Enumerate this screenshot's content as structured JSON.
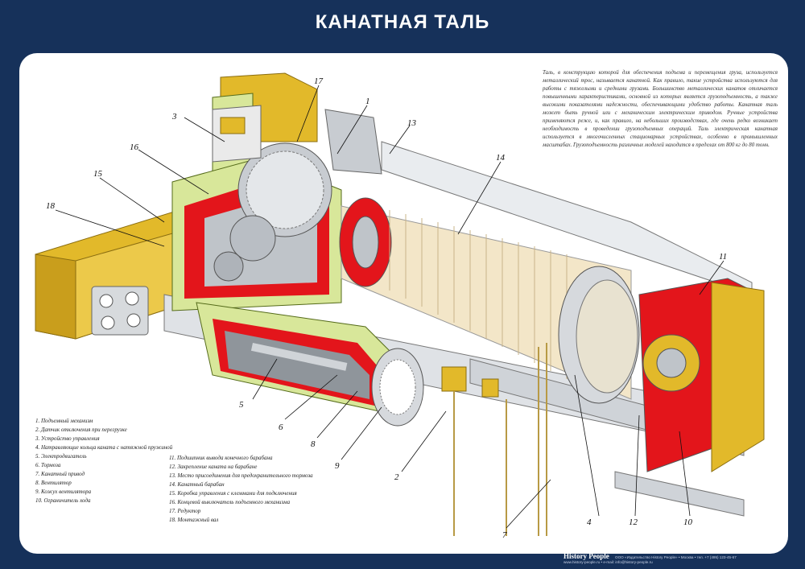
{
  "title": "КАНАТНАЯ ТАЛЬ",
  "description": "Таль, в конструкцию которой для обеспечения подъема и перемещения груза, используется металлический трос, называется канатной. Как правило, такие устройства используются для работы с тяжелыми и средними грузами. Большинство металлических канатов отличается повышенными характеристиками, основной из которых является грузоподъемность, а также высокими показателями надежности, обеспечивающими удобство работы. Канатная таль может быть ручной или с механическим электрическим приводом. Ручные устройства применяются реже, и, как правило, на небольших производствах, где очень редко возникает необходимость в проведении грузоподъемных операций. Таль электрическая канатная используется в многочисленных стационарных устройствах, особенно в промышленных масштабах. Грузоподъемность различных моделей находится в пределах от 800 кг до 80 тонн.",
  "callouts": [
    "1",
    "2",
    "3",
    "4",
    "5",
    "6",
    "7",
    "8",
    "9",
    "10",
    "11",
    "12",
    "13",
    "14",
    "15",
    "16",
    "17",
    "18"
  ],
  "legend_col1": [
    "1. Подъемный механизм",
    "2. Датчик отключения при перегрузке",
    "3. Устройство управления",
    "4. Натравляющие кольца каната с натяжной пружиной",
    "5. Электродвигатель",
    "6. Тормоза",
    "7. Канатный привод",
    "8. Вентилятор",
    "9. Кожух вентилятора",
    "10. Ограничитель хода"
  ],
  "legend_col2": [
    "11. Подшипник вывода конечного барабана",
    "12. Закрепление каната на барабане",
    "13. Место присоединения для предохранительного тормоза",
    "14. Канатный барабан",
    "15. Коробка управления с клеммами для подключения",
    "16. Концевой выключатель подъемного механизма",
    "17. Редуктор",
    "18. Монтажный вал"
  ],
  "footer": {
    "brand": "History People",
    "line1": "ООО «Издательство History People» • Москва • тел. +7 (495) 123-45-67",
    "line2": "www.history-people.ru • e-mail: info@history-people.ru"
  },
  "colors": {
    "background": "#16315a",
    "housing_yellow": "#e2b92a",
    "cut_red": "#e3151b",
    "cut_green": "#d8e79a",
    "steel": "#cfd3d8"
  }
}
